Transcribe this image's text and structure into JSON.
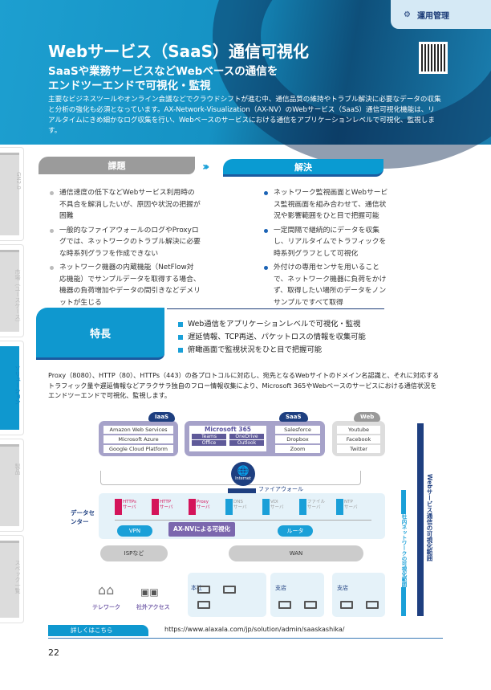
{
  "category_tag": {
    "label": "運用管理",
    "icon": "gears-icon"
  },
  "header": {
    "title": "Webサービス（SaaS）通信可視化",
    "subtitle_lines": [
      "SaaSや業務サービスなどWebベースの通信を",
      "エンドツーエンドで可視化・監視"
    ],
    "intro": "主要なビジネスツールやオンライン会議などでクラウドシフトが進む中、通信品質の維持やトラブル解決に必要なデータの収集と分析の強化も必須となっています。AX-Network-Visualization（AX-NV）のWebサービス（SaaS）通信可視化機能は、リアルタイムにきめ細かなログ収集を行い、Webベースのサービスにおける通信をアプリケーションレベルで可視化、監視します。"
  },
  "side_tabs": [
    "GN2.0",
    "市場（ユースケース）",
    "ソリューション",
    "製品",
    "スペック一覧"
  ],
  "issues": {
    "heading": "課題",
    "items": [
      "通信速度の低下などWebサービス利用時の不具合を解消したいが、原因や状況の把握が困難",
      "一般的なファイアウォールのログやProxyログでは、ネットワークのトラブル解決に必要な時系列グラフを作成できない",
      "ネットワーク機器の内蔵機能（NetFlow対応機能）でサンプルデータを取得する場合、機器の負荷増加やデータの間引きなどデメリットが生じる"
    ]
  },
  "solutions": {
    "heading": "解決",
    "items": [
      "ネットワーク監視画面とWebサービス監視画面を組み合わせて、通信状況や影響範囲をひと目で把握可能",
      "一定間隔で継続的にデータを収集し、リアルタイムでトラフィックを時系列グラフとして可視化",
      "外付けの専用センサを用いることで、ネットワーク機器に負荷をかけず、取得したい場所のデータをノンサンプルですべて取得"
    ]
  },
  "features": {
    "heading": "特長",
    "items": [
      "Web通信をアプリケーションレベルで可視化・監視",
      "遅延情報、TCP再送、パケットロスの情報を収集可能",
      "俯瞰画面で監視状況をひと目で把握可能"
    ]
  },
  "description": "Proxy（8080）、HTTP（80）、HTTPs（443）の各プロトコルに対応し、宛先となるWebサイトのドメイン名認識と、それに対応するトラフィック量や遅延情報などアラクサラ独自のフロー情報収集により、Microsoft 365やWebベースのサービスにおける通信状況をエンドツーエンドで可視化、監視します。",
  "diagram": {
    "iaas": {
      "label": "IaaS",
      "items": [
        "Amazon Web Services",
        "Microsoft Azure",
        "Google Cloud Platform"
      ]
    },
    "saas": {
      "label": "SaaS",
      "ms_title": "Microsoft 365",
      "ms_items": [
        "Teams",
        "OneDrive",
        "Office",
        "Outlook"
      ],
      "items": [
        "Salesforce",
        "Dropbox",
        "Zoom"
      ]
    },
    "web": {
      "label": "Web",
      "items": [
        "Youtube",
        "Facebook",
        "Twitter"
      ]
    },
    "internet": "Internet",
    "firewall": "ファイアウォール",
    "datacenter": "データセンター",
    "servers": [
      {
        "name": "HTTPs",
        "sub": "サーバ",
        "color": "#d4145a"
      },
      {
        "name": "HTTP",
        "sub": "サーバ",
        "color": "#d4145a"
      },
      {
        "name": "Proxy",
        "sub": "サーバ",
        "color": "#d4145a"
      },
      {
        "name": "DNS",
        "sub": "サーバ",
        "color": "#1a9fd8"
      },
      {
        "name": "VDI",
        "sub": "サーバ",
        "color": "#1a9fd8"
      },
      {
        "name": "ファイル",
        "sub": "サーバ",
        "color": "#1a9fd8"
      },
      {
        "name": "NTP",
        "sub": "サーバ",
        "color": "#1a9fd8"
      }
    ],
    "vpn": "VPN",
    "axnv": "AX-NVによる可視化",
    "router": "ルータ",
    "isp": "ISPなど",
    "wan": "WAN",
    "telework": "テレワーク",
    "remote": "社外アクセス",
    "hq": "本社",
    "branch1": "支店",
    "branch2": "支店",
    "range_web": "Webサービス通信の可視化範囲",
    "range_internal": "社内ネットワークの可視化範囲"
  },
  "footer": {
    "more_label": "詳しくはこちら",
    "url": "https://www.alaxala.com/jp/solution/admin/saaskashika/",
    "page": "22"
  }
}
